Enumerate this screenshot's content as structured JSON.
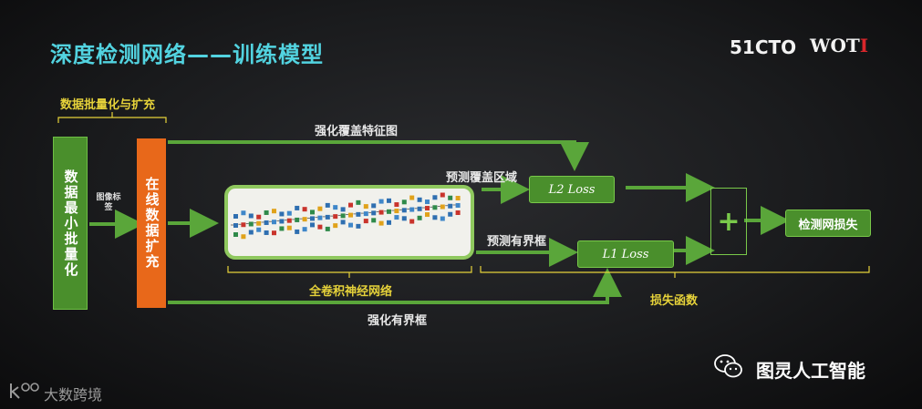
{
  "title": "深度检测网络——训练模型",
  "logos": {
    "brand1": "51CTO",
    "brand2_main": "WOT",
    "brand2_accent": "I"
  },
  "top_bracket_label": "数据批量化与扩充",
  "boxes": {
    "minibatch": "数据最小批量化",
    "online_aug": "在线数据扩充",
    "image_label": "图像标签"
  },
  "arrows": {
    "feature_map": "强化覆盖特征图",
    "predict_cover": "预测覆盖区域",
    "predict_bbox": "预测有界框",
    "enhanced_bbox": "强化有界框"
  },
  "loss": {
    "l2": "L2  Loss",
    "l1": "L1  Loss"
  },
  "plus_symbol": "+",
  "result": "检测网损失",
  "bottom_labels": {
    "fcn": "全卷积神经网络",
    "loss_fn": "损失函数"
  },
  "watermarks": {
    "wechat": "图灵人工智能",
    "left": "大数跨境"
  },
  "colors": {
    "title": "#52d3e0",
    "green": "#4a8f2c",
    "orange": "#e8681a",
    "yellow": "#e6d23a",
    "arrow": "#5aa63a"
  }
}
